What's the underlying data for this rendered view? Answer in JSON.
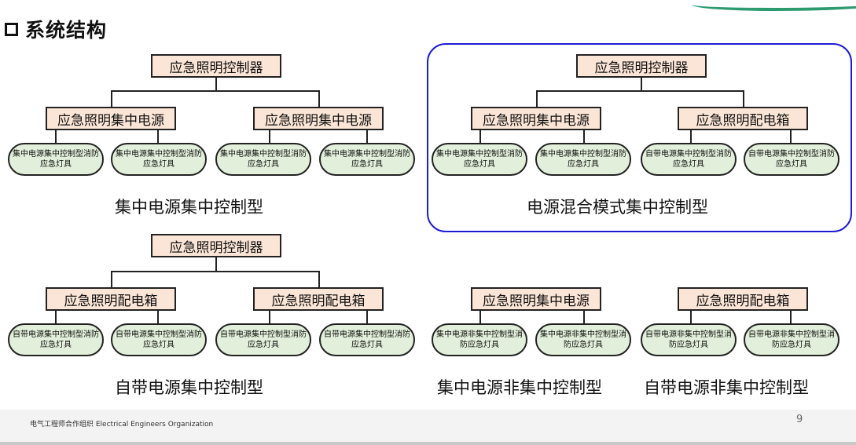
{
  "title": "系统结构",
  "controller_label": "应急照明控制器",
  "central_power_label": "应急照明集中电源",
  "distribution_box_label": "应急照明配电箱",
  "fixtures": {
    "central_controlled": "集中电源集中控制型消防应急灯具",
    "self_controlled": "自带电源集中控制型消防应急灯具",
    "central_noncontrolled": "集中电源非集中控制型消防应急灯具",
    "self_noncontrolled": "自带电源非集中控制型消防应急灯具"
  },
  "captions": {
    "top_left": "集中电源集中控制型",
    "top_right": "电源混合模式集中控制型",
    "bottom_left": "自带电源集中控制型",
    "bottom_mid": "集中电源非集中控制型",
    "bottom_right": "自带电源非集中控制型"
  },
  "footer": "电气工程师合作组织  Electrical Engineers Organization",
  "page_number": "9",
  "colors": {
    "box_fill": "#fbe5d6",
    "pill_fill": "#e2efda",
    "highlight_frame": "#1d1dd6",
    "accent": "#2e9a70"
  }
}
